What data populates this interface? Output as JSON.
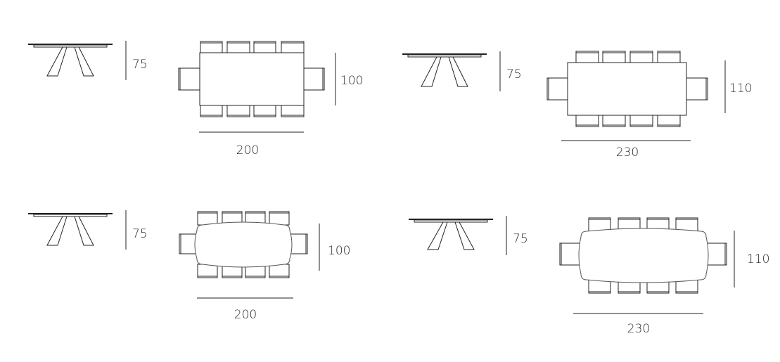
{
  "figures": [
    {
      "shape": "rectangular",
      "height_label": "75",
      "depth_label": "100",
      "width_label": "200",
      "seats_long_side": 4,
      "seats_end": 1
    },
    {
      "shape": "rectangular",
      "height_label": "75",
      "depth_label": "110",
      "width_label": "230",
      "seats_long_side": 4,
      "seats_end": 1
    },
    {
      "shape": "barrel",
      "height_label": "75",
      "depth_label": "100",
      "width_label": "200",
      "seats_long_side": 4,
      "seats_end": 1
    },
    {
      "shape": "barrel",
      "height_label": "75",
      "depth_label": "110",
      "width_label": "230",
      "seats_long_side": 4,
      "seats_end": 1
    }
  ],
  "colors": {
    "line": "#222222",
    "background": "#ffffff"
  }
}
